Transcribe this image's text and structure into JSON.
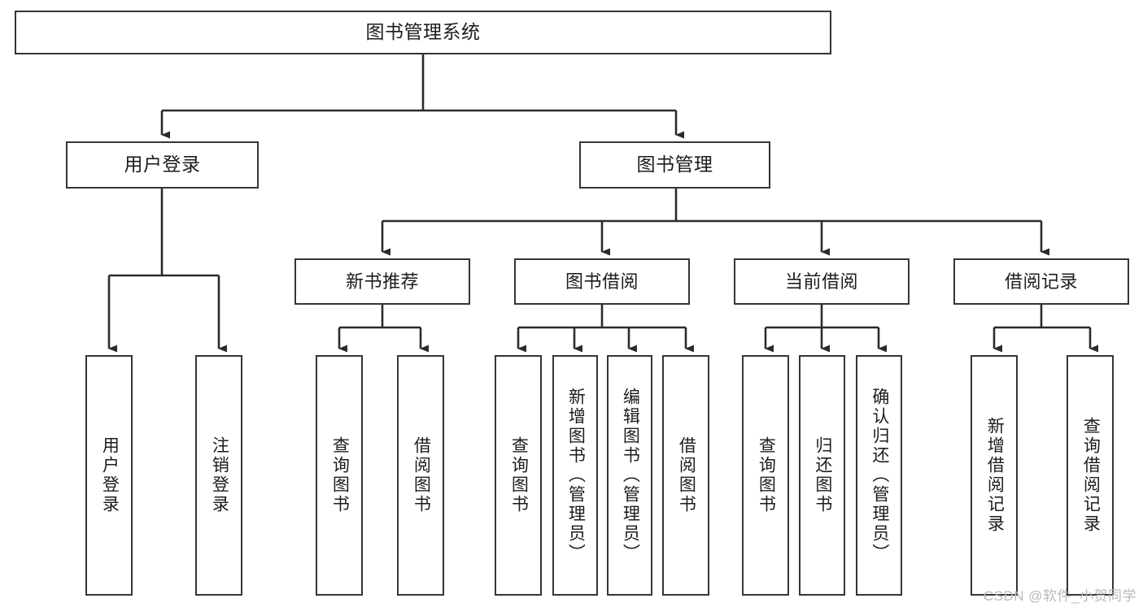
{
  "diagram": {
    "type": "tree",
    "title": "图书管理系统",
    "watermark": "CSDN @软件_小贺同学",
    "colors": {
      "box_border": "#353535",
      "box_fill": "#ffffff",
      "edge": "#2b2b2b",
      "text": "#1c1c1c",
      "watermark": "#b9b9b9",
      "background": "#ffffff"
    },
    "nodes": {
      "root": {
        "label": "图书管理系统",
        "level": 0
      },
      "user_login": {
        "label": "用户登录",
        "level": 1
      },
      "book_manage": {
        "label": "图书管理",
        "level": 1
      },
      "new_book_rec": {
        "label": "新书推荐",
        "level": 2
      },
      "book_borrow": {
        "label": "图书借阅",
        "level": 2
      },
      "current_borrow": {
        "label": "当前借阅",
        "level": 2
      },
      "borrow_record": {
        "label": "借阅记录",
        "level": 2
      },
      "leaf_user_login": {
        "label": "用户登录",
        "level": 3
      },
      "leaf_logout": {
        "label": "注销登录",
        "level": 3
      },
      "leaf_query_book_1": {
        "label": "查询图书",
        "level": 3
      },
      "leaf_borrow_book_1": {
        "label": "借阅图书",
        "level": 3
      },
      "leaf_query_book_2": {
        "label": "查询图书",
        "level": 3
      },
      "leaf_add_book": {
        "label": "新增图书（管理员）",
        "level": 3
      },
      "leaf_edit_book": {
        "label": "编辑图书（管理员）",
        "level": 3
      },
      "leaf_borrow_book_2": {
        "label": "借阅图书",
        "level": 3
      },
      "leaf_query_book_3": {
        "label": "查询图书",
        "level": 3
      },
      "leaf_return_book": {
        "label": "归还图书",
        "level": 3
      },
      "leaf_confirm_return": {
        "label": "确认归还（管理员）",
        "level": 3
      },
      "leaf_add_record": {
        "label": "新增借阅记录",
        "level": 3
      },
      "leaf_query_record": {
        "label": "查询借阅记录",
        "level": 3
      }
    },
    "edges": [
      {
        "from": "root",
        "to": "user_login"
      },
      {
        "from": "root",
        "to": "book_manage"
      },
      {
        "from": "user_login",
        "to": "leaf_user_login"
      },
      {
        "from": "user_login",
        "to": "leaf_logout"
      },
      {
        "from": "book_manage",
        "to": "new_book_rec"
      },
      {
        "from": "book_manage",
        "to": "book_borrow"
      },
      {
        "from": "book_manage",
        "to": "current_borrow"
      },
      {
        "from": "book_manage",
        "to": "borrow_record"
      },
      {
        "from": "new_book_rec",
        "to": "leaf_query_book_1"
      },
      {
        "from": "new_book_rec",
        "to": "leaf_borrow_book_1"
      },
      {
        "from": "book_borrow",
        "to": "leaf_query_book_2"
      },
      {
        "from": "book_borrow",
        "to": "leaf_add_book"
      },
      {
        "from": "book_borrow",
        "to": "leaf_edit_book"
      },
      {
        "from": "book_borrow",
        "to": "leaf_borrow_book_2"
      },
      {
        "from": "current_borrow",
        "to": "leaf_query_book_3"
      },
      {
        "from": "current_borrow",
        "to": "leaf_return_book"
      },
      {
        "from": "current_borrow",
        "to": "leaf_confirm_return"
      },
      {
        "from": "borrow_record",
        "to": "leaf_add_record"
      },
      {
        "from": "borrow_record",
        "to": "leaf_query_record"
      }
    ]
  }
}
